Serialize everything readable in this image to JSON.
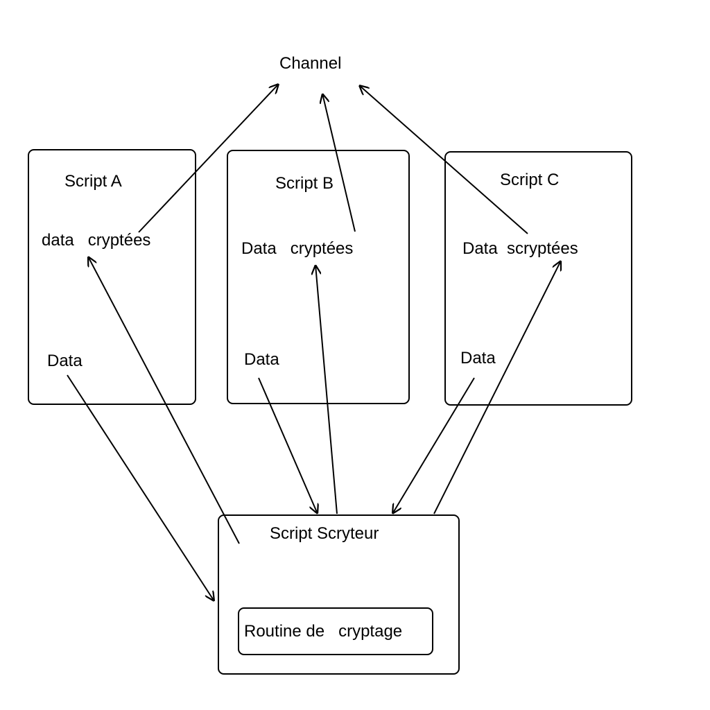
{
  "diagram": {
    "channel": "Channel",
    "script_a": {
      "title": "Script A",
      "encrypted": "data   cryptées",
      "data": "Data"
    },
    "script_b": {
      "title": "Script B",
      "encrypted": "Data   cryptées",
      "data": "Data"
    },
    "script_c": {
      "title": "Script C",
      "encrypted": "Data  scryptées",
      "data": "Data"
    },
    "encryptor": {
      "title": "Script Scryteur",
      "routine": "Routine de   cryptage"
    },
    "line_color": "#000000"
  }
}
